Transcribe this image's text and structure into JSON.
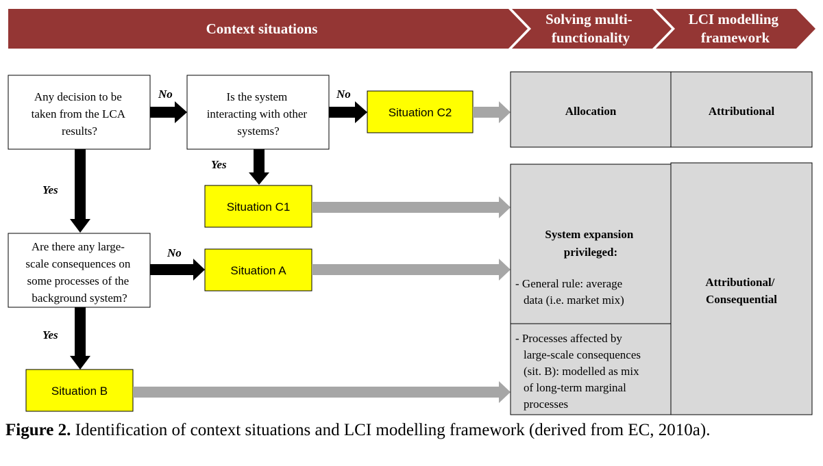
{
  "header": {
    "stage1": "Context situations",
    "stage2": [
      "Solving multi-",
      "functionality"
    ],
    "stage3": [
      "LCI modelling",
      "framework"
    ]
  },
  "questions": {
    "q1": [
      "Any decision to be",
      "taken from the LCA",
      "results?"
    ],
    "q2": [
      "Is the system",
      "interacting with other",
      "systems?"
    ],
    "q3": [
      "Are there any large-",
      "scale consequences on",
      "some processes of the",
      "background system?"
    ]
  },
  "situations": {
    "c2": "Situation C2",
    "c1": "Situation C1",
    "a": "Situation A",
    "b": "Situation B"
  },
  "edge_labels": {
    "q1_no": "No",
    "q2_no": "No",
    "q1_yes": "Yes",
    "q2_yes": "Yes",
    "q3_no": "No",
    "q3_yes": "Yes"
  },
  "outcomes": {
    "allocation": "Allocation",
    "attributional": "Attributional",
    "system_expansion": [
      "System expansion",
      "privileged:"
    ],
    "general_rule": [
      "- General rule: average",
      "data (i.e. market mix)"
    ],
    "processes_affected": [
      "- Processes affected by",
      "large-scale consequences",
      "(sit. B): modelled as mix",
      "of long-term marginal",
      "processes"
    ],
    "attr_conseq": [
      "Attributional/",
      "Consequential"
    ]
  },
  "caption": {
    "label": "Figure 2.",
    "text": " Identification of context situations and LCI modelling framework (derived from EC, 2010a)."
  },
  "colors": {
    "header": "#943634",
    "situation_fill": "#ffff00",
    "outcome_fill": "#d9d9d9",
    "grey_arrow": "#a6a6a6"
  }
}
